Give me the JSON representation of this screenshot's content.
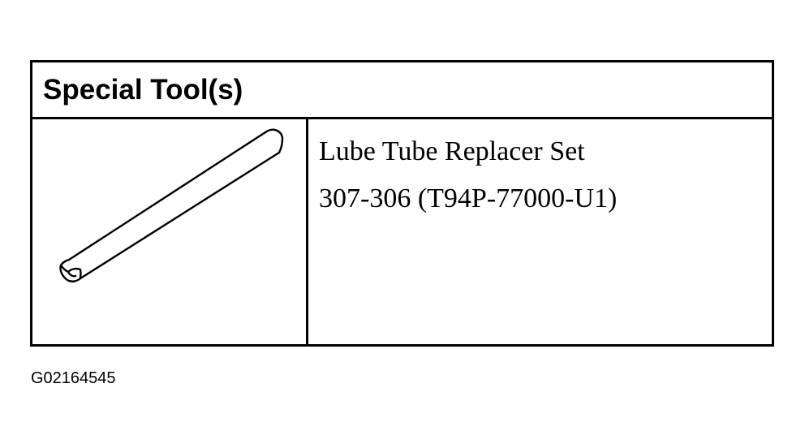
{
  "table": {
    "header": "Special Tool(s)",
    "rows": [
      {
        "illustration_icon": "lube-tube-replacer-tool-icon",
        "name": "Lube Tube Replacer Set",
        "number": "307-306 (T94P-77000-U1)"
      }
    ]
  },
  "figure_id": "G02164545"
}
